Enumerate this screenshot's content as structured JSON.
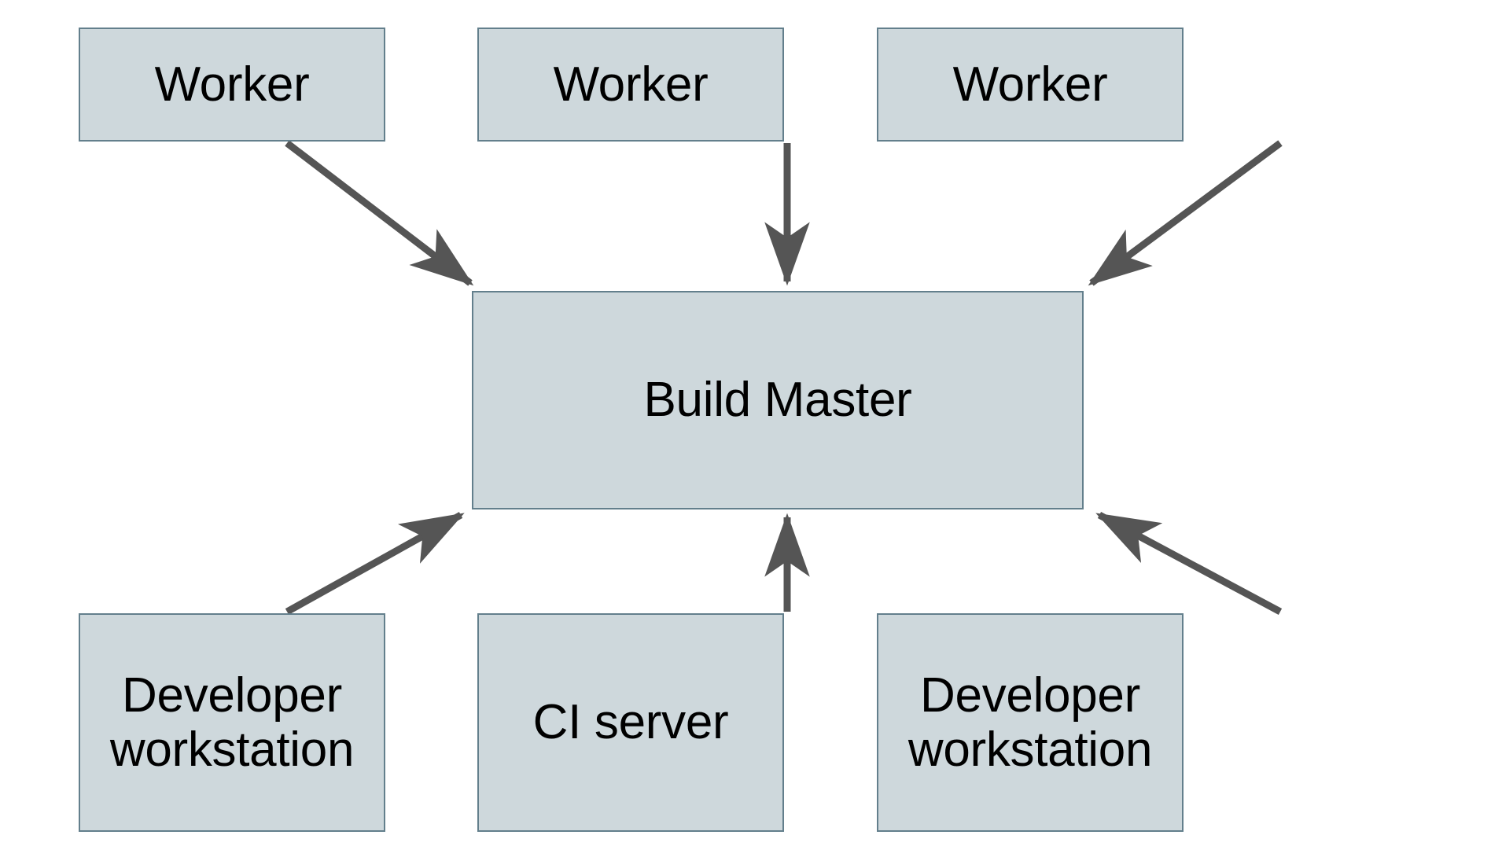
{
  "diagram": {
    "type": "architecture-node-graph",
    "background_color": "#ffffff",
    "node_fill_color": "#ced8dc",
    "node_border_color": "#637f8c",
    "edge_color": "#555555",
    "text_color": "#000000",
    "nodes": [
      {
        "id": "worker-1",
        "label": "Worker",
        "row": "top"
      },
      {
        "id": "worker-2",
        "label": "Worker",
        "row": "top"
      },
      {
        "id": "worker-3",
        "label": "Worker",
        "row": "top"
      },
      {
        "id": "build-master",
        "label": "Build Master",
        "row": "middle"
      },
      {
        "id": "dev-workstation-1",
        "label": "Developer\nworkstation",
        "row": "bottom"
      },
      {
        "id": "ci-server",
        "label": "CI server",
        "row": "bottom"
      },
      {
        "id": "dev-workstation-2",
        "label": "Developer\nworkstation",
        "row": "bottom"
      }
    ],
    "edges": [
      {
        "from": "worker-1",
        "to": "build-master",
        "arrow": "single"
      },
      {
        "from": "worker-2",
        "to": "build-master",
        "arrow": "single"
      },
      {
        "from": "worker-3",
        "to": "build-master",
        "arrow": "single"
      },
      {
        "from": "dev-workstation-1",
        "to": "build-master",
        "arrow": "single"
      },
      {
        "from": "ci-server",
        "to": "build-master",
        "arrow": "single"
      },
      {
        "from": "dev-workstation-2",
        "to": "build-master",
        "arrow": "single"
      }
    ]
  }
}
